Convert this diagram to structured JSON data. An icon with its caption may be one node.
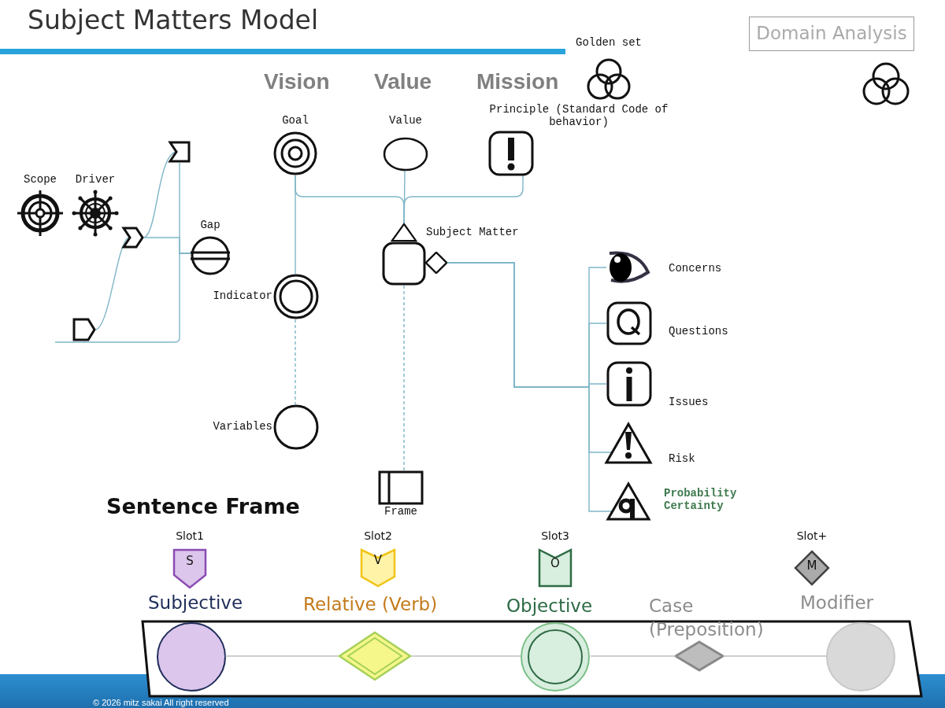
{
  "diagram": {
    "title": "Subject Matters Model",
    "nodes": [
      {
        "text": [
          "Domain Analysis"
        ]
      },
      {
        "text": [
          "Golden set"
        ]
      },
      {
        "text": [
          "Goal"
        ]
      },
      {
        "text": [
          "Value"
        ]
      },
      {
        "text": [
          "Principle (Standard Code of behavior)"
        ]
      },
      {
        "text": [
          "Scope"
        ]
      },
      {
        "text": [
          "Driver"
        ]
      },
      {
        "text": [],
        "shape": "flag"
      },
      {
        "text": [],
        "shape": "chevron"
      },
      {
        "text": [],
        "shape": "pentagon"
      },
      {
        "text": [
          "Gap"
        ]
      },
      {
        "text": [
          "Subject Matter"
        ]
      },
      {
        "text": [
          "Indicator"
        ]
      },
      {
        "text": [
          "Variables"
        ]
      },
      {
        "text": [
          "Concerns"
        ]
      },
      {
        "text": [
          "Questions"
        ]
      },
      {
        "text": [
          "Issues"
        ]
      },
      {
        "text": [
          "Risk"
        ]
      },
      {
        "text": [
          "Probability Certainty"
        ]
      },
      {
        "text": [
          "Frame"
        ]
      },
      {
        "text": [
          "Slot1",
          "S"
        ]
      },
      {
        "text": [
          "Slot2",
          "V"
        ]
      },
      {
        "text": [
          "Slot3",
          "O"
        ]
      },
      {
        "text": [
          "Slot+",
          "M"
        ]
      },
      {
        "text": [],
        "shape": "parallelogram"
      },
      {
        "text": [
          "Subjective"
        ],
        "in": 24
      },
      {
        "text": [
          "Relative (Verb)"
        ],
        "in": 24
      },
      {
        "text": [
          "Objective"
        ],
        "in": 24
      },
      {
        "text": [
          "Case (Preposition)"
        ],
        "in": 24
      },
      {
        "text": [
          "Modifier"
        ],
        "in": 24
      }
    ],
    "edges": [
      {
        "from": 9,
        "to": 8,
        "arrow": "none"
      },
      {
        "from": 8,
        "to": 7,
        "arrow": "none"
      },
      {
        "from": 7,
        "to": 10,
        "arrow": "none"
      },
      {
        "from": 8,
        "to": 10,
        "arrow": "none"
      },
      {
        "from": 9,
        "to": 10,
        "arrow": "none"
      },
      {
        "from": 2,
        "to": 11,
        "arrow": "other"
      },
      {
        "from": 3,
        "to": 11,
        "arrow": "other"
      },
      {
        "from": 4,
        "to": 11,
        "arrow": "other"
      },
      {
        "from": 2,
        "to": 12,
        "arrow": "none"
      },
      {
        "from": 12,
        "to": 13,
        "arrow": "none",
        "style": "dashed"
      },
      {
        "from": 11,
        "to": 19,
        "arrow": "none",
        "style": "dashed"
      },
      {
        "from": 11,
        "to": 14,
        "arrow": "other"
      },
      {
        "from": 11,
        "to": 15,
        "arrow": "other"
      },
      {
        "from": 11,
        "to": 16,
        "arrow": "other"
      },
      {
        "from": 11,
        "to": 17,
        "arrow": "other"
      },
      {
        "from": 11,
        "to": 18,
        "arrow": "other"
      },
      {
        "from": 25,
        "to": 26,
        "arrow": "none",
        "color": "#bfbfbf"
      },
      {
        "from": 26,
        "to": 27,
        "arrow": "none",
        "color": "#bfbfbf"
      },
      {
        "from": 27,
        "to": 28,
        "arrow": "none",
        "color": "#bfbfbf"
      },
      {
        "from": 28,
        "to": 29,
        "arrow": "none",
        "color": "#bfbfbf"
      }
    ],
    "labels": [
      "Vision",
      "Value",
      "Mission",
      "Sentence Frame",
      "© 2026 mitz sakai All right reserved"
    ]
  }
}
